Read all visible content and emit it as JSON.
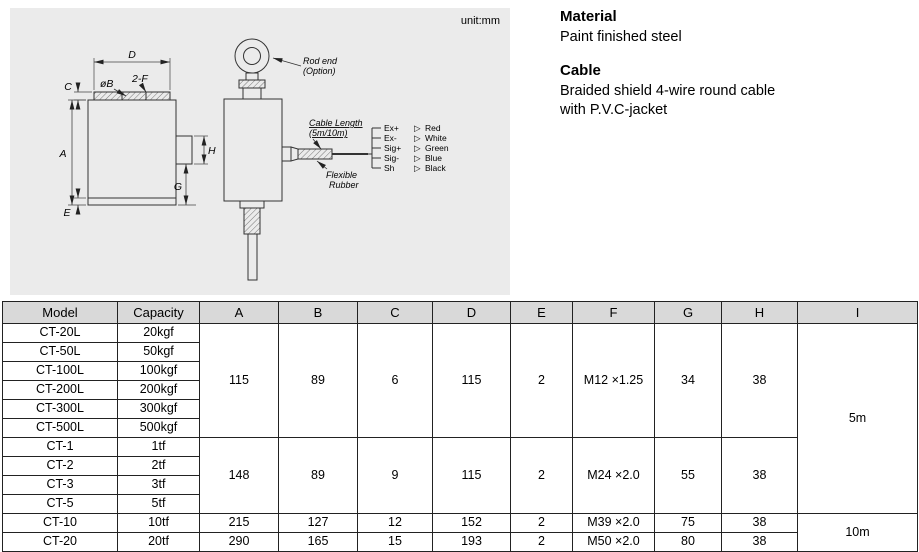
{
  "page": {
    "unit_label": "unit:mm"
  },
  "info": {
    "material_title": "Material",
    "material_text": "Paint finished steel",
    "cable_title": "Cable",
    "cable_text_line1": "Braided shield 4-wire round cable",
    "cable_text_line2": "with P.V.C-jacket"
  },
  "drawing": {
    "dims": {
      "d": "D",
      "c": "C",
      "phi_b": "øB",
      "two_f": "2-F",
      "a": "A",
      "e": "E",
      "h": "H",
      "g": "G"
    },
    "rod_end_line1": "Rod end",
    "rod_end_line2": "(Option)",
    "cable_length_line1": "Cable Length",
    "cable_length_line2": "(5m/10m)",
    "flexible_line1": "Flexible",
    "flexible_line2": "Rubber",
    "triangle": "▷",
    "wires": [
      {
        "signal": "Ex+",
        "color": "Red"
      },
      {
        "signal": "Ex-",
        "color": "White"
      },
      {
        "signal": "Sig+",
        "color": "Green"
      },
      {
        "signal": "Sig-",
        "color": "Blue"
      },
      {
        "signal": "Sh",
        "color": "Black"
      }
    ]
  },
  "table": {
    "headers": [
      "Model",
      "Capacity",
      "A",
      "B",
      "C",
      "D",
      "E",
      "F",
      "G",
      "H",
      "I"
    ],
    "rows": [
      {
        "model": "CT-20L",
        "capacity": "20kgf"
      },
      {
        "model": "CT-50L",
        "capacity": "50kgf"
      },
      {
        "model": "CT-100L",
        "capacity": "100kgf"
      },
      {
        "model": "CT-200L",
        "capacity": "200kgf"
      },
      {
        "model": "CT-300L",
        "capacity": "300kgf"
      },
      {
        "model": "CT-500L",
        "capacity": "500kgf"
      },
      {
        "model": "CT-1",
        "capacity": "1tf"
      },
      {
        "model": "CT-2",
        "capacity": "2tf"
      },
      {
        "model": "CT-3",
        "capacity": "3tf"
      },
      {
        "model": "CT-5",
        "capacity": "5tf"
      },
      {
        "model": "CT-10",
        "capacity": "10tf"
      },
      {
        "model": "CT-20",
        "capacity": "20tf"
      }
    ],
    "dim_blocks": [
      {
        "start": 0,
        "span": 6,
        "values": [
          "115",
          "89",
          "6",
          "115",
          "2",
          "M12 ×1.25",
          "34",
          "38"
        ]
      },
      {
        "start": 6,
        "span": 4,
        "values": [
          "148",
          "89",
          "9",
          "115",
          "2",
          "M24 ×2.0",
          "55",
          "38"
        ]
      },
      {
        "start": 10,
        "span": 1,
        "values": [
          "215",
          "127",
          "12",
          "152",
          "2",
          "M39 ×2.0",
          "75",
          "38"
        ]
      },
      {
        "start": 11,
        "span": 1,
        "values": [
          "290",
          "165",
          "15",
          "193",
          "2",
          "M50 ×2.0",
          "80",
          "38"
        ]
      }
    ],
    "cable_blocks": [
      {
        "start": 0,
        "span": 10,
        "value": "5m"
      },
      {
        "start": 10,
        "span": 2,
        "value": "10m"
      }
    ]
  }
}
